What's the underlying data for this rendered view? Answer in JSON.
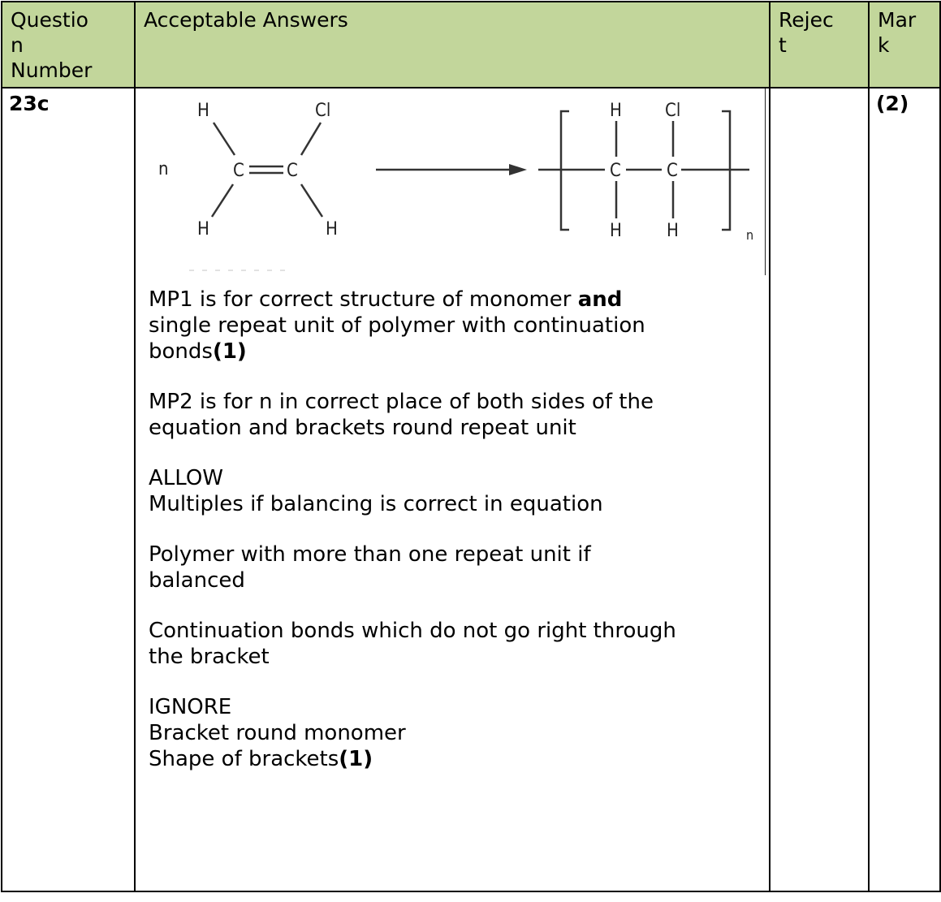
{
  "header": {
    "question_number": "Questio\nn\nNumber",
    "acceptable_answers": "Acceptable Answers",
    "reject": "Rejec\nt",
    "mark": "Mar\nk"
  },
  "row": {
    "question": "23c",
    "mark": "(2)",
    "reject": "",
    "diagram": {
      "monomer_coefficient": "n",
      "atom_H": "H",
      "atom_Cl": "Cl",
      "atom_C": "C",
      "polymer_subscript": "n"
    },
    "mp1": {
      "pre": "MP1 is for correct structure of monomer ",
      "bold": "and",
      "line2": "single repeat unit of polymer with continuation",
      "line3": "bonds",
      "mark": "(1)"
    },
    "mp2": {
      "line1": "MP2 is for n in correct place of both sides of the",
      "line2": "equation and brackets round repeat unit"
    },
    "allow": {
      "heading": "ALLOW",
      "item1": "Multiples if balancing is correct in equation",
      "item2_line1": "Polymer with more than one repeat unit if",
      "item2_line2": "balanced",
      "item3_line1": "Continuation bonds which do not go right through",
      "item3_line2": "the bracket"
    },
    "ignore": {
      "heading": "IGNORE",
      "item1": "Bracket round monomer",
      "item2": "Shape of brackets",
      "mark": "(1)"
    }
  }
}
